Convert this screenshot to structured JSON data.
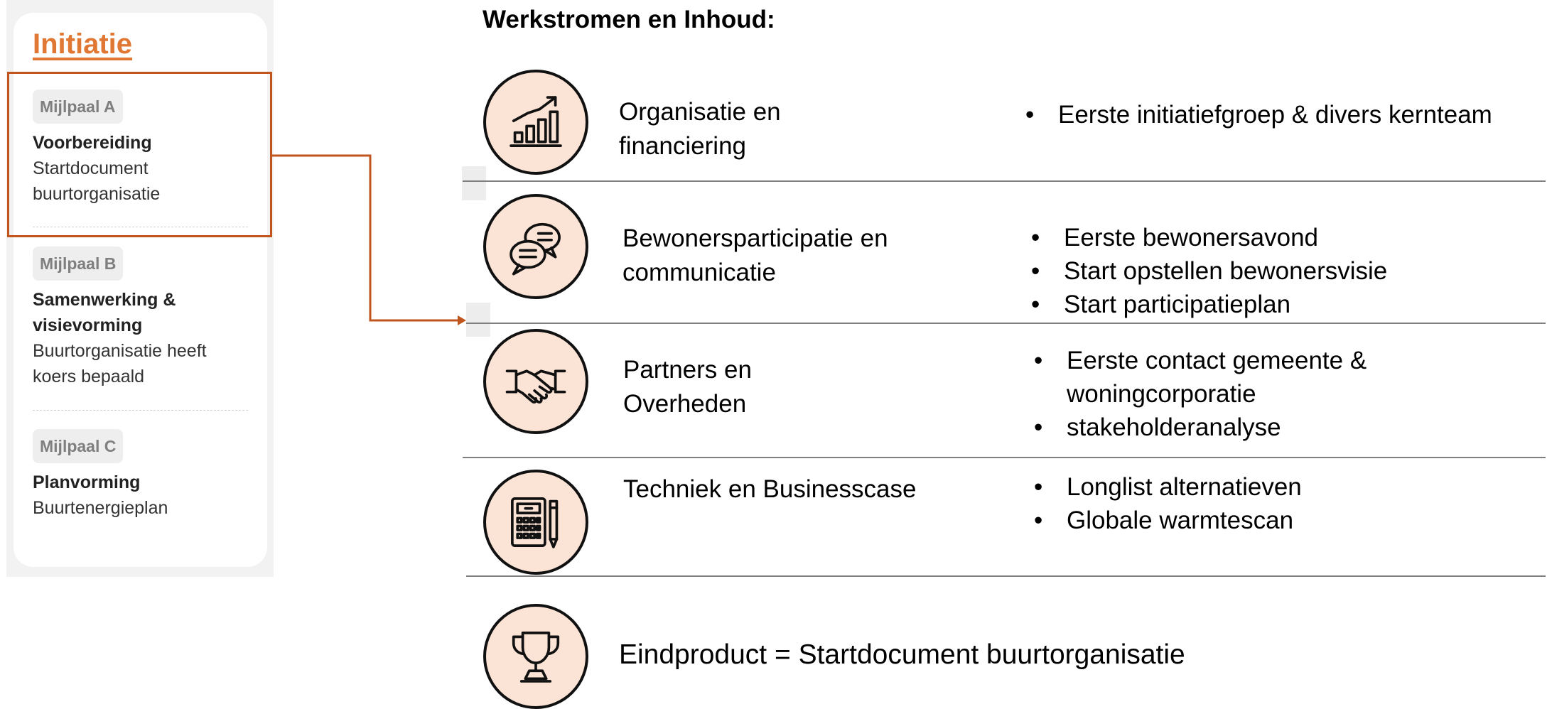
{
  "sidebar": {
    "title": "Initiatie",
    "milestones": [
      {
        "badge": "Mijlpaal A",
        "heading": "Voorbereiding",
        "body": "Startdocument buurtorganisatie"
      },
      {
        "badge": "Mijlpaal B",
        "heading": "Samenwerking & visievorming",
        "body": "Buurtorganisatie heeft koers bepaald"
      },
      {
        "badge": "Mijlpaal C",
        "heading": "Planvorming",
        "body": "Buurtenergieplan"
      }
    ]
  },
  "main": {
    "title": "Werkstromen en Inhoud:",
    "workstreams": [
      {
        "label": "Organisatie en financiering",
        "icon": "growth-chart-icon",
        "bullets": [
          "Eerste initiatiefgroep & divers kernteam"
        ]
      },
      {
        "label": "Bewonersparticipatie en communicatie",
        "icon": "chat-bubbles-icon",
        "bullets": [
          "Eerste bewonersavond",
          "Start opstellen bewonersvisie",
          "Start participatieplan"
        ]
      },
      {
        "label": "Partners en Overheden",
        "icon": "handshake-icon",
        "bullets": [
          "Eerste contact gemeente & woningcorporatie",
          "stakeholderanalyse"
        ]
      },
      {
        "label": "Techniek en Businesscase",
        "icon": "calculator-icon",
        "bullets": [
          "Longlist alternatieven",
          "Globale warmtescan"
        ]
      }
    ],
    "end_product": {
      "label": "Eindproduct = Startdocument buurtorganisatie",
      "icon": "trophy-icon"
    }
  },
  "colors": {
    "accent": "#e07834",
    "highlight_border": "#c0561e",
    "circle_fill": "#fbe3d5"
  }
}
